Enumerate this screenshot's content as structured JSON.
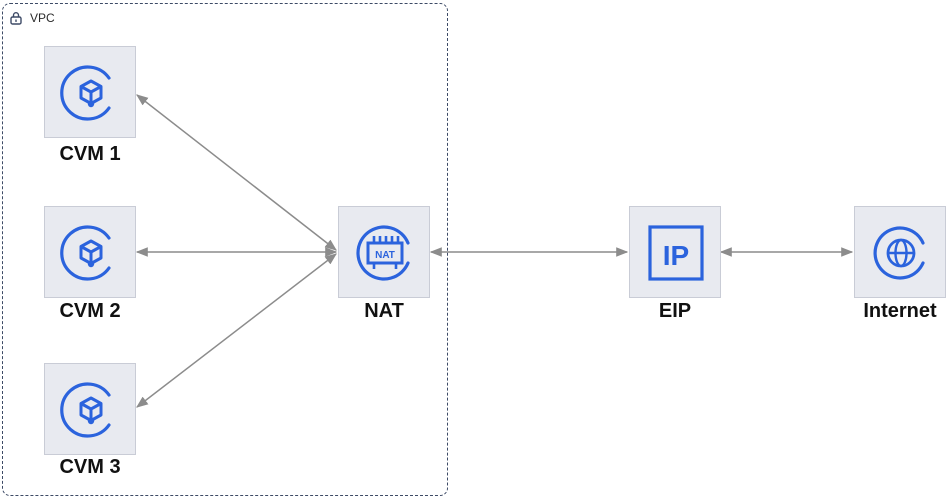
{
  "vpc": {
    "label": "VPC"
  },
  "nodes": {
    "cvm1": {
      "label": "CVM 1",
      "icon": "cvm-cube-icon"
    },
    "cvm2": {
      "label": "CVM 2",
      "icon": "cvm-cube-icon"
    },
    "cvm3": {
      "label": "CVM 3",
      "icon": "cvm-cube-icon"
    },
    "nat": {
      "label": "NAT",
      "icon": "nat-gateway-icon",
      "icon_text": "NAT"
    },
    "eip": {
      "label": "EIP",
      "icon": "ip-icon",
      "icon_text": "IP"
    },
    "internet": {
      "label": "Internet",
      "icon": "globe-icon"
    }
  },
  "connections": [
    {
      "from": "NAT",
      "to": "CVM 1",
      "direction": "bidirectional"
    },
    {
      "from": "NAT",
      "to": "CVM 2",
      "direction": "bidirectional"
    },
    {
      "from": "NAT",
      "to": "CVM 3",
      "direction": "bidirectional"
    },
    {
      "from": "NAT",
      "to": "EIP",
      "direction": "bidirectional"
    },
    {
      "from": "EIP",
      "to": "Internet",
      "direction": "bidirectional"
    }
  ],
  "colors": {
    "icon_blue": "#2b63dd",
    "node_fill": "#e8eaf0",
    "arrow": "#8c8c8c",
    "vpc_border": "#3d4a66"
  }
}
